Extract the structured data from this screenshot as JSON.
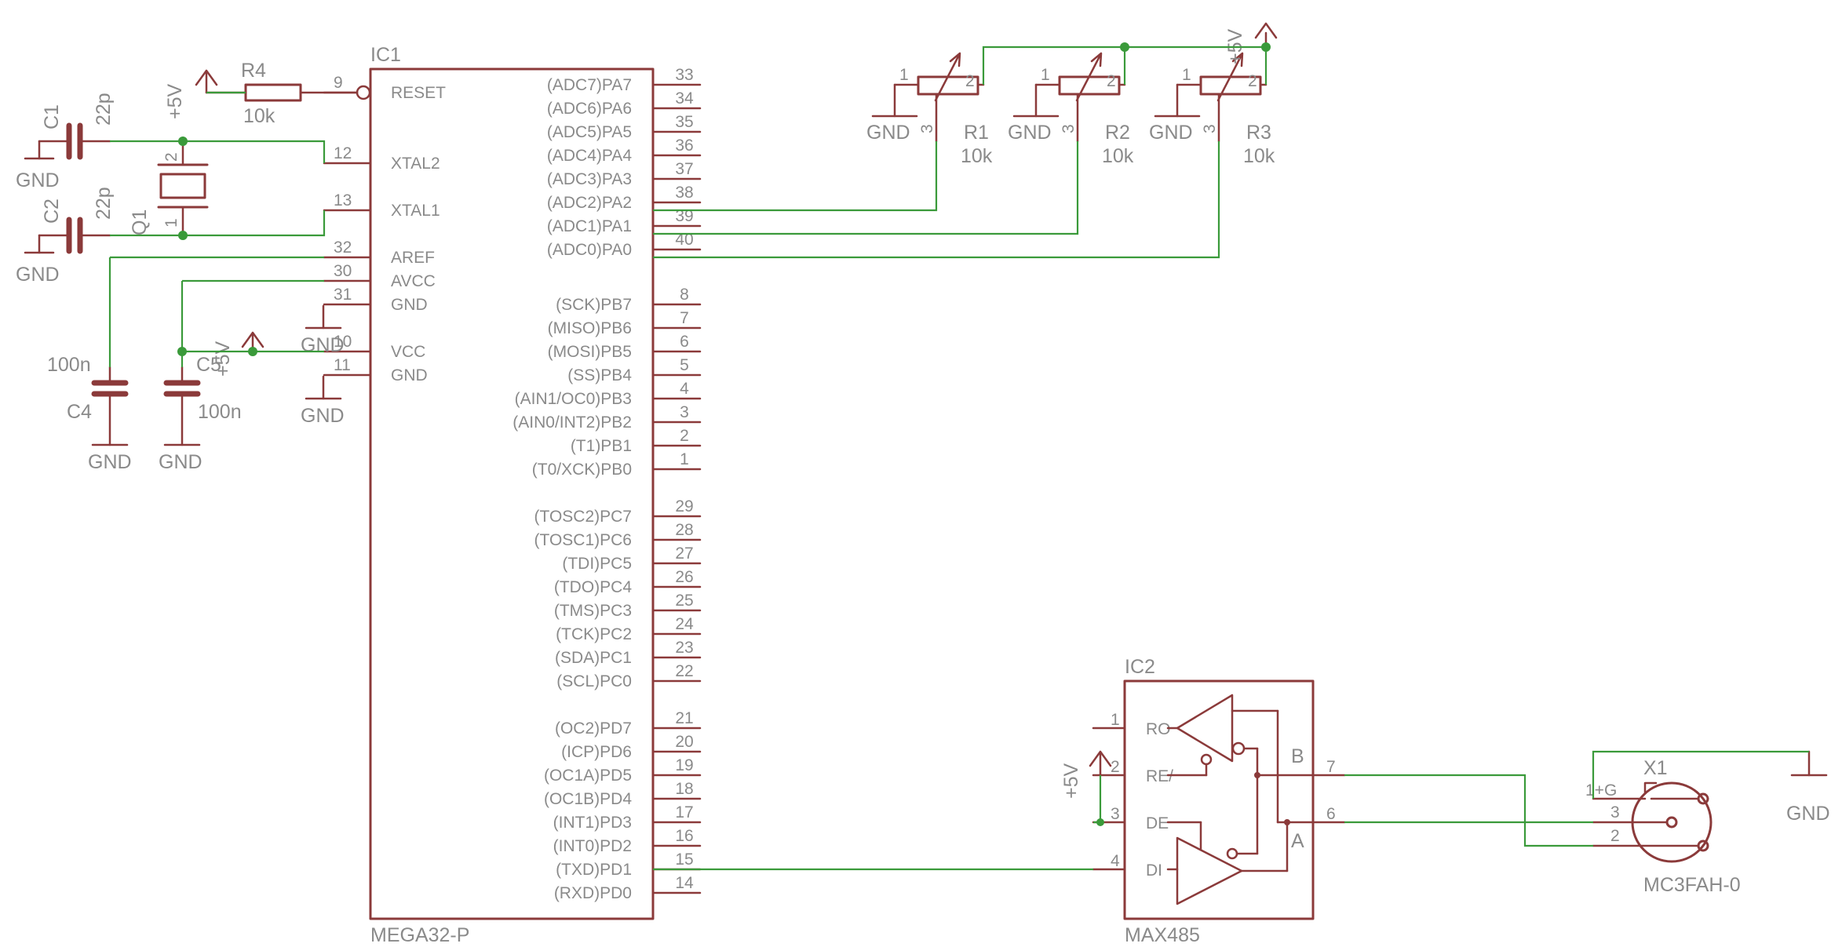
{
  "ic1": {
    "name": "IC1",
    "value": "MEGA32-P",
    "left_pins": [
      {
        "num": "9",
        "label": "RESET"
      },
      {
        "num": "12",
        "label": "XTAL2"
      },
      {
        "num": "13",
        "label": "XTAL1"
      },
      {
        "num": "32",
        "label": "AREF"
      },
      {
        "num": "30",
        "label": "AVCC"
      },
      {
        "num": "31",
        "label": "GND"
      },
      {
        "num": "10",
        "label": "VCC"
      },
      {
        "num": "11",
        "label": "GND"
      }
    ],
    "right_pins": [
      {
        "num": "33",
        "label": "(ADC7)PA7"
      },
      {
        "num": "34",
        "label": "(ADC6)PA6"
      },
      {
        "num": "35",
        "label": "(ADC5)PA5"
      },
      {
        "num": "36",
        "label": "(ADC4)PA4"
      },
      {
        "num": "37",
        "label": "(ADC3)PA3"
      },
      {
        "num": "38",
        "label": "(ADC2)PA2"
      },
      {
        "num": "39",
        "label": "(ADC1)PA1"
      },
      {
        "num": "40",
        "label": "(ADC0)PA0"
      },
      {
        "num": "8",
        "label": "(SCK)PB7"
      },
      {
        "num": "7",
        "label": "(MISO)PB6"
      },
      {
        "num": "6",
        "label": "(MOSI)PB5"
      },
      {
        "num": "5",
        "label": "(SS)PB4"
      },
      {
        "num": "4",
        "label": "(AIN1/OC0)PB3"
      },
      {
        "num": "3",
        "label": "(AIN0/INT2)PB2"
      },
      {
        "num": "2",
        "label": "(T1)PB1"
      },
      {
        "num": "1",
        "label": "(T0/XCK)PB0"
      },
      {
        "num": "29",
        "label": "(TOSC2)PC7"
      },
      {
        "num": "28",
        "label": "(TOSC1)PC6"
      },
      {
        "num": "27",
        "label": "(TDI)PC5"
      },
      {
        "num": "26",
        "label": "(TDO)PC4"
      },
      {
        "num": "25",
        "label": "(TMS)PC3"
      },
      {
        "num": "24",
        "label": "(TCK)PC2"
      },
      {
        "num": "23",
        "label": "(SDA)PC1"
      },
      {
        "num": "22",
        "label": "(SCL)PC0"
      },
      {
        "num": "21",
        "label": "(OC2)PD7"
      },
      {
        "num": "20",
        "label": "(ICP)PD6"
      },
      {
        "num": "19",
        "label": "(OC1A)PD5"
      },
      {
        "num": "18",
        "label": "(OC1B)PD4"
      },
      {
        "num": "17",
        "label": "(INT1)PD3"
      },
      {
        "num": "16",
        "label": "(INT0)PD2"
      },
      {
        "num": "15",
        "label": "(TXD)PD1"
      },
      {
        "num": "14",
        "label": "(RXD)PD0"
      }
    ]
  },
  "ic2": {
    "name": "IC2",
    "value": "MAX485",
    "pins": [
      {
        "num": "1",
        "label": "RO"
      },
      {
        "num": "2",
        "label": "RE/"
      },
      {
        "num": "3",
        "label": "DE"
      },
      {
        "num": "4",
        "label": "DI"
      },
      {
        "num": "7",
        "label": "B"
      },
      {
        "num": "6",
        "label": "A"
      }
    ]
  },
  "pots": [
    {
      "name": "R1",
      "value": "10k",
      "pin1": "1",
      "pin2": "2",
      "pin3": "3",
      "gnd": "GND"
    },
    {
      "name": "R2",
      "value": "10k",
      "pin1": "1",
      "pin2": "2",
      "pin3": "3",
      "gnd": "GND"
    },
    {
      "name": "R3",
      "value": "10k",
      "pin1": "1",
      "pin2": "2",
      "pin3": "3",
      "gnd": "GND"
    }
  ],
  "r4": {
    "name": "R4",
    "value": "10k"
  },
  "c1": {
    "name": "C1",
    "value": "22p"
  },
  "c2": {
    "name": "C2",
    "value": "22p"
  },
  "c4": {
    "name": "C4",
    "value": "100n"
  },
  "c5": {
    "name": "C5",
    "value": "100n"
  },
  "q1": {
    "name": "Q1",
    "pin1": "1",
    "pin2": "2"
  },
  "x1": {
    "name": "X1",
    "value": "MC3FAH-0",
    "pin_g": "1+G",
    "pin3": "3",
    "pin2": "2"
  },
  "supply": {
    "plus5v": "+5V",
    "gnd": "GND"
  },
  "colors": {
    "symbol": "#8b3a3a",
    "wire": "#3a9a3a",
    "text": "#8a8a8a",
    "background": "#ffffff"
  }
}
